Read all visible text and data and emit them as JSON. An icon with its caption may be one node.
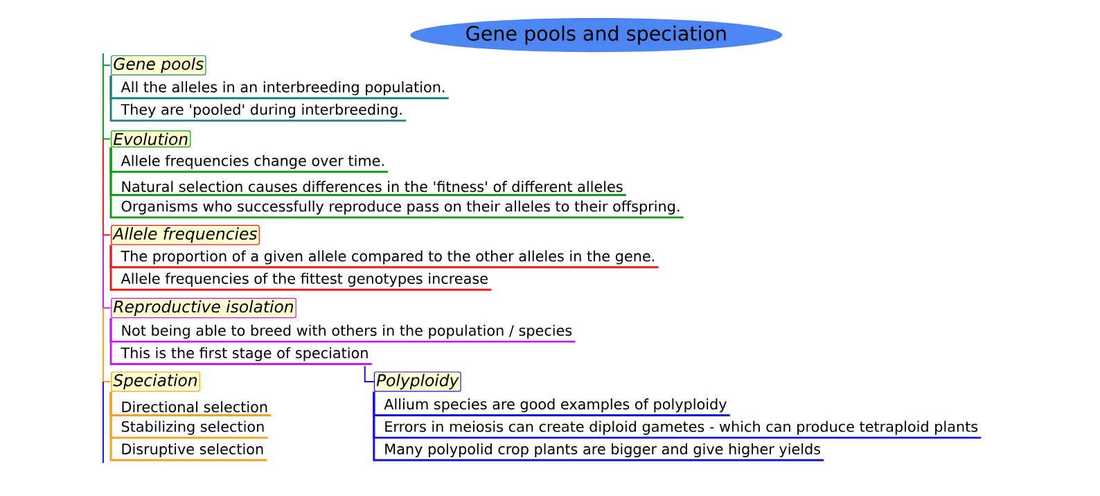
{
  "diagram": {
    "nodes": [
      {
        "text": [
          "Gene pools and speciation"
        ]
      },
      {
        "text": [
          "Gene pools"
        ]
      },
      {
        "text": [
          "All the alleles in an interbreeding population."
        ]
      },
      {
        "text": [
          "They are 'pooled' during interbreeding."
        ]
      },
      {
        "text": [
          "Evolution"
        ]
      },
      {
        "text": [
          "Allele frequencies change over time."
        ]
      },
      {
        "text": [
          "Natural selection causes differences in the 'fitness' of different alleles"
        ]
      },
      {
        "text": [
          "Organisms who successfully reproduce pass on their alleles to their offspring."
        ]
      },
      {
        "text": [
          "Allele frequencies"
        ]
      },
      {
        "text": [
          "The proportion of a given allele compared to the other alleles in the gene."
        ]
      },
      {
        "text": [
          "Allele frequencies of the fittest genotypes increase"
        ]
      },
      {
        "text": [
          "Reproductive isolation"
        ]
      },
      {
        "text": [
          "Not being able to breed with others in the population / species"
        ]
      },
      {
        "text": [
          "This is the first stage of speciation"
        ]
      },
      {
        "text": [
          "Speciation"
        ]
      },
      {
        "text": [
          "Directional selection"
        ]
      },
      {
        "text": [
          "Stabilizing selection"
        ]
      },
      {
        "text": [
          "Disruptive selection"
        ]
      },
      {
        "text": [
          "Polyploidy"
        ]
      },
      {
        "text": [
          "Allium species are good examples of polyploidy"
        ]
      },
      {
        "text": [
          "Errors in meiosis can create diploid gametes - which can produce tetraploid plants"
        ]
      },
      {
        "text": [
          "Many polypolid crop plants are bigger and give higher yields"
        ]
      }
    ],
    "edges": [
      {
        "from": 1,
        "to": 2,
        "arrow": "none",
        "color": "#1a8080"
      },
      {
        "from": 1,
        "to": 3,
        "arrow": "none",
        "color": "#1a8080"
      },
      {
        "from": 4,
        "to": 5,
        "arrow": "none",
        "color": "#149a14"
      },
      {
        "from": 4,
        "to": 6,
        "arrow": "none",
        "color": "#149a14"
      },
      {
        "from": 4,
        "to": 7,
        "arrow": "none",
        "color": "#149a14"
      },
      {
        "from": 8,
        "to": 9,
        "arrow": "none",
        "color": "#f01a1a"
      },
      {
        "from": 8,
        "to": 10,
        "arrow": "none",
        "color": "#f01a1a"
      },
      {
        "from": 11,
        "to": 12,
        "arrow": "none",
        "color": "#c81ae8"
      },
      {
        "from": 11,
        "to": 13,
        "arrow": "none",
        "color": "#c81ae8"
      },
      {
        "from": 14,
        "to": 15,
        "arrow": "none",
        "color": "#f5a020"
      },
      {
        "from": 14,
        "to": 16,
        "arrow": "none",
        "color": "#f5a020"
      },
      {
        "from": 14,
        "to": 17,
        "arrow": "none",
        "color": "#f5a020"
      },
      {
        "from": 13,
        "to": 18,
        "arrow": "none",
        "color": "#1414e0"
      },
      {
        "from": 18,
        "to": 19,
        "arrow": "none",
        "color": "#1414e0"
      },
      {
        "from": 18,
        "to": 20,
        "arrow": "none",
        "color": "#1414e0"
      },
      {
        "from": 18,
        "to": 21,
        "arrow": "none",
        "color": "#1414e0"
      }
    ]
  }
}
